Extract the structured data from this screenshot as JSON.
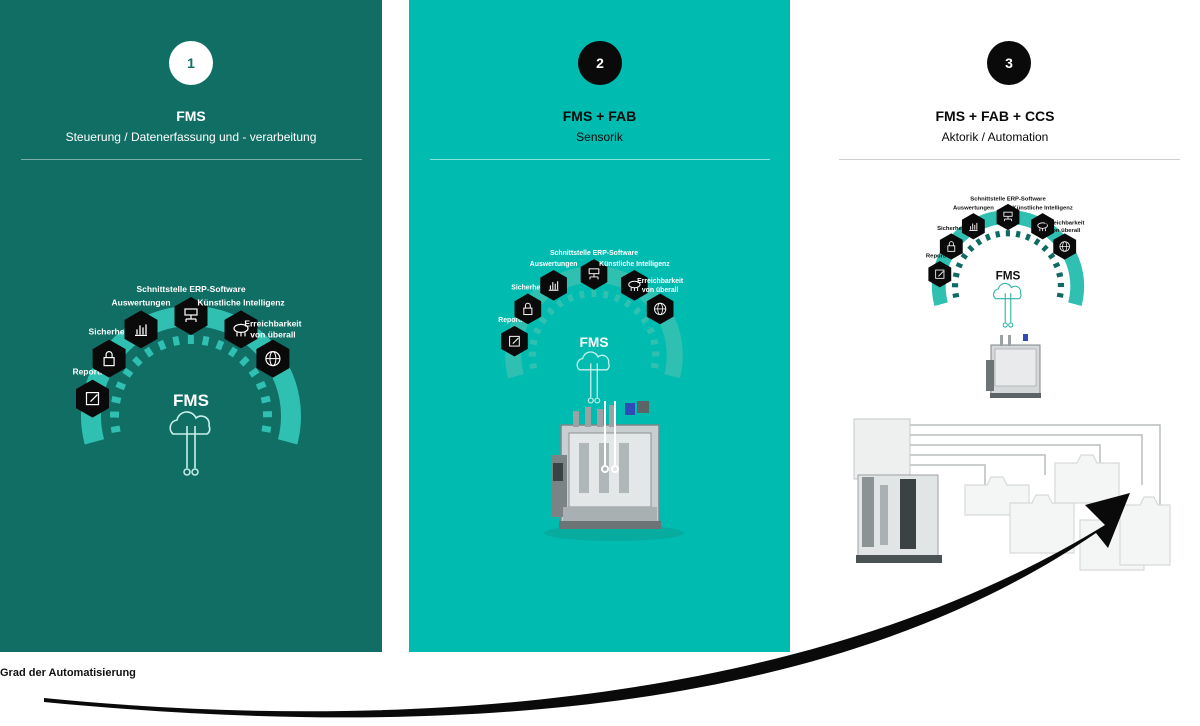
{
  "stages": [
    {
      "number": "1",
      "title": "FMS",
      "subtitle": "Steuerung / Datenerfassung und - verarbeitung"
    },
    {
      "number": "2",
      "title": "FMS + FAB",
      "subtitle": "Sensorik"
    },
    {
      "number": "3",
      "title": "FMS + FAB + CCS",
      "subtitle": "Aktorik / Automation"
    }
  ],
  "diagram": {
    "center_label": "FMS",
    "features": [
      {
        "label": "Reporting",
        "icon": "pencil-icon"
      },
      {
        "label": "Sicherheit",
        "icon": "lock-icon"
      },
      {
        "label": "Auswertungen",
        "icon": "bar-chart-icon"
      },
      {
        "label": "Schnittstelle ERP-Software",
        "icon": "network-icon"
      },
      {
        "label": "Künstliche Intelligenz",
        "icon": "brain-icon"
      },
      {
        "label": "Erreichbarkeit",
        "label2": "von überall",
        "icon": "globe-icon"
      }
    ]
  },
  "footer": {
    "label": "Grad der Automatisierung"
  },
  "colors": {
    "panel1": "#116e65",
    "panel2": "#00bbb0",
    "arc": "#2fc0b2",
    "hex": "#0a0a0a"
  }
}
